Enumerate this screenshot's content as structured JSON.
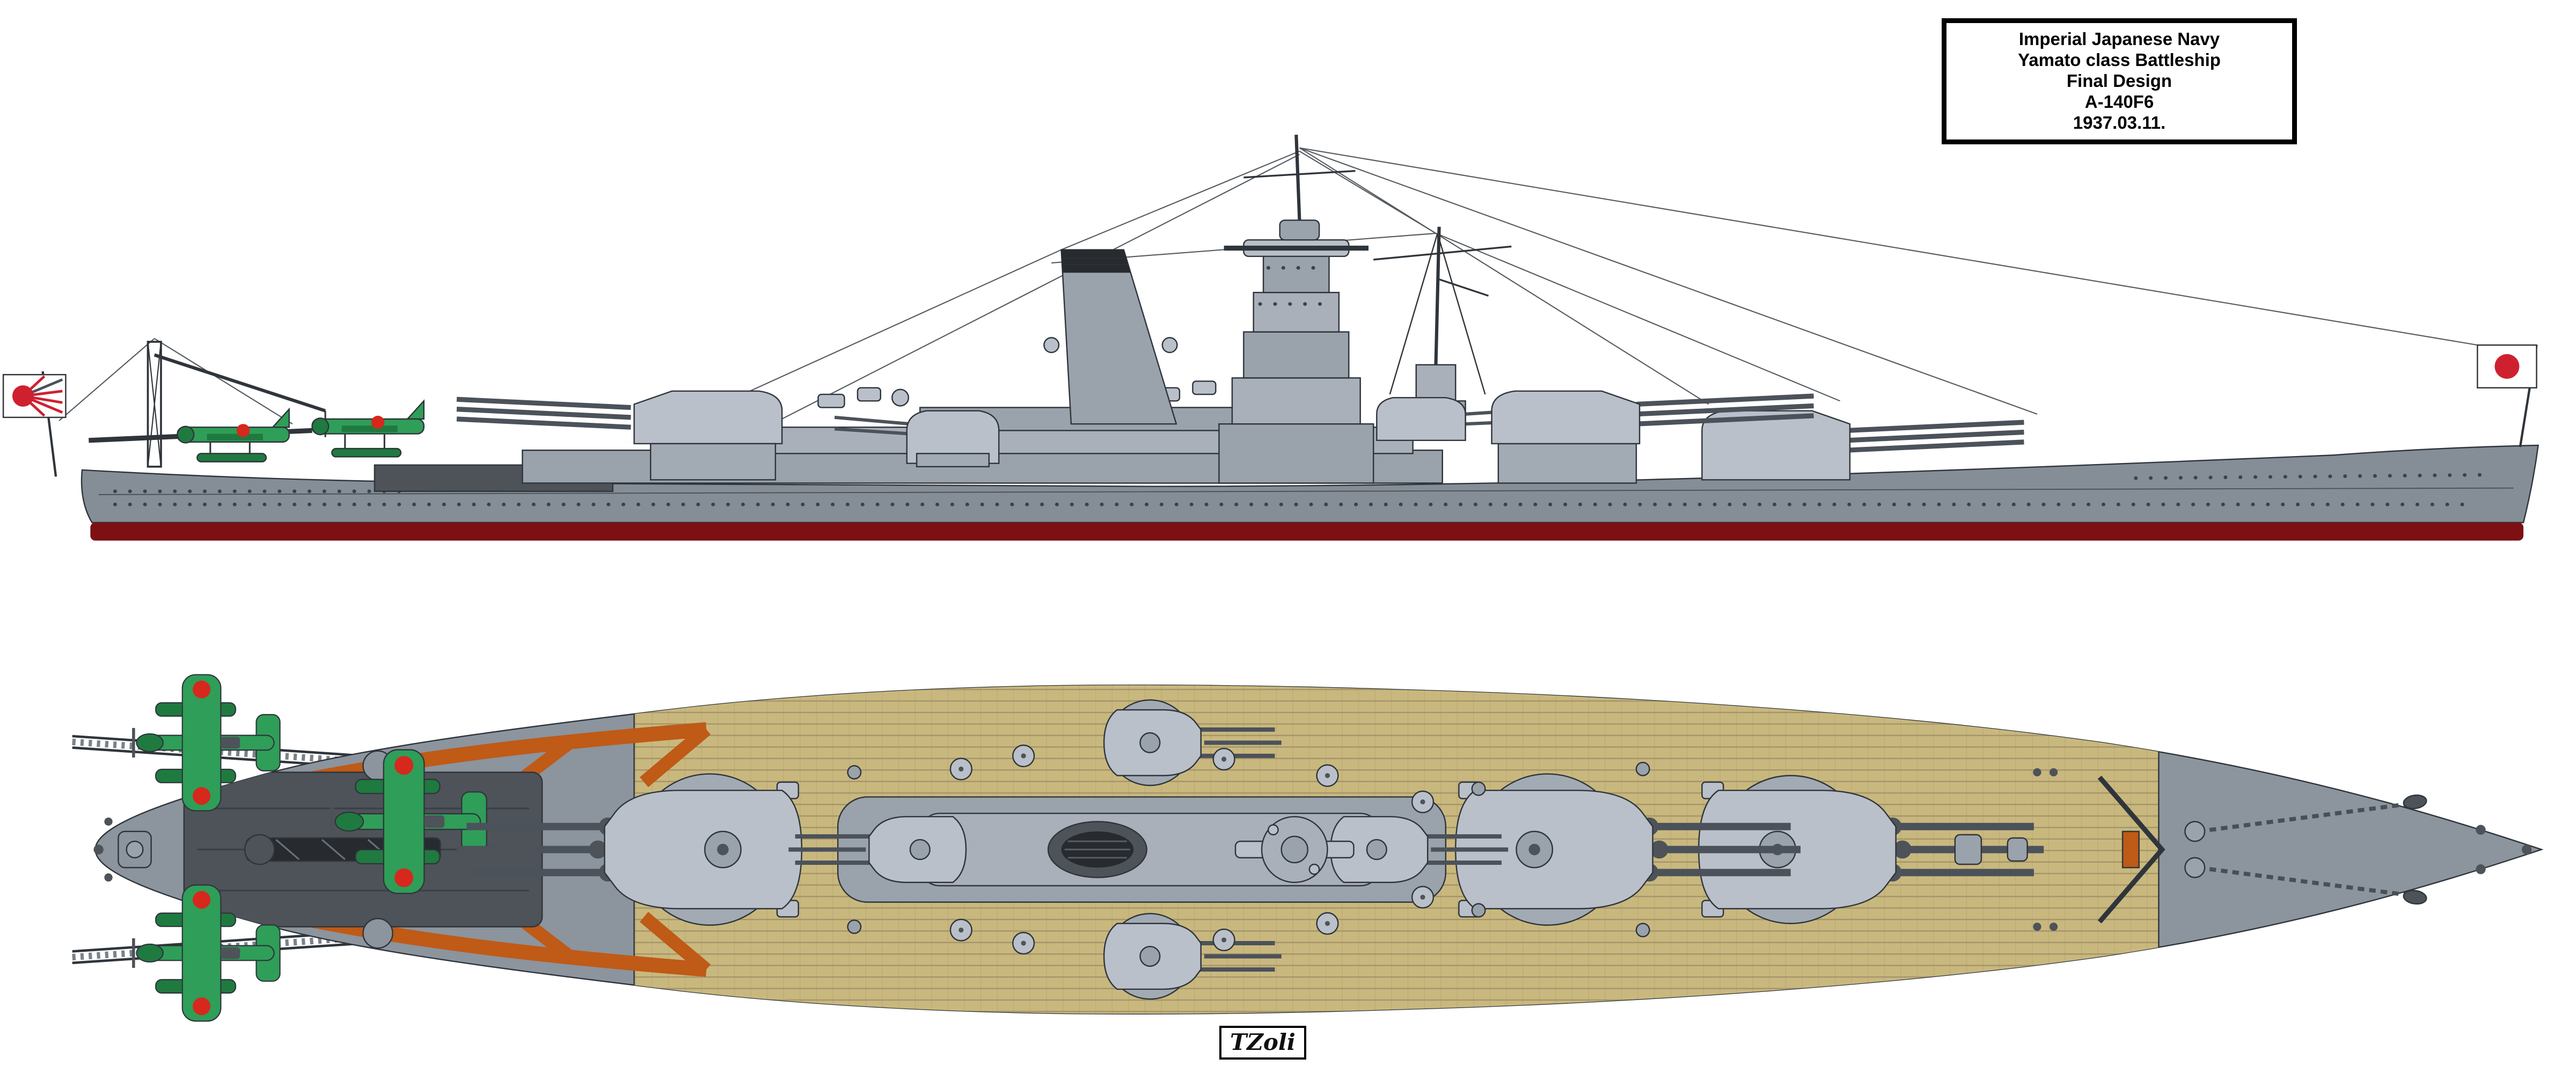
{
  "title_box": {
    "lines": [
      "Imperial Japanese Navy",
      "Yamato class Battleship",
      "Final Design",
      "A-140F6",
      "1937.03.11."
    ]
  },
  "signature": "TZoli",
  "colors": {
    "hull_grey": "#858d96",
    "deck_grey": "#8c949d",
    "superstructure_grey": "#9aa2ab",
    "superstructure_light": "#a9b0b9",
    "dark_grey": "#4d5359",
    "turret_grey": "#b9c0c9",
    "barbette_grey": "#a2aab3",
    "funnel_dark": "#272b30",
    "wood_deck": "#c9b87e",
    "plank_line": "#a6956a",
    "waterline_red": "#7c1013",
    "linoleum_orange": "#bf5a17",
    "aircraft_green": "#2f9e58",
    "aircraft_dark_green": "#1f7a40",
    "roundel_red": "#d6281c",
    "flag_red": "#cf2030",
    "outline": "#2f353b",
    "rigging": "#555b61",
    "barrel_grey": "#4c525a"
  }
}
